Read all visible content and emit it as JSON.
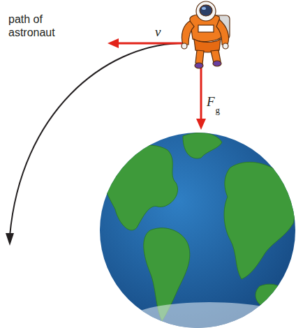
{
  "diagram": {
    "labels": [
      "path of astronaut",
      "v",
      "F",
      "g"
    ]
  }
}
